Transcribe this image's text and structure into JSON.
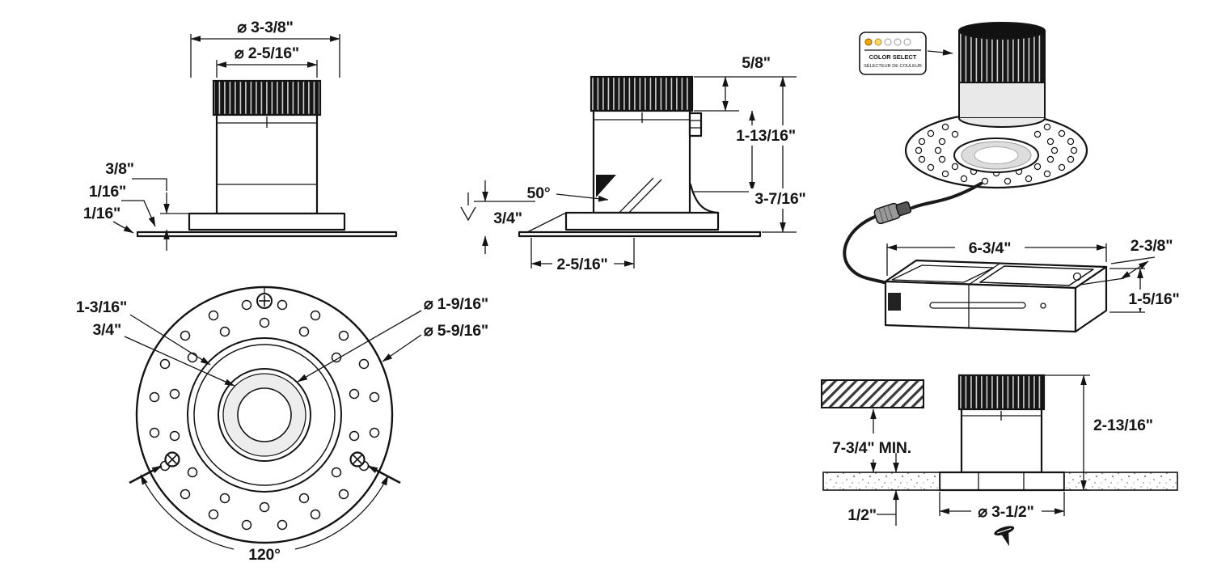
{
  "views": {
    "front": {
      "dim_trim_diameter": "⌀ 3-3/8\"",
      "dim_body_diameter": "⌀ 2-5/16\"",
      "dim_flange_height": "3/8\"",
      "dim_lip_top": "1/16\"",
      "dim_lip_bottom": "1/16\""
    },
    "side": {
      "dim_cap_height": "5/8\"",
      "dim_body_height": "1-13/16\"",
      "dim_overall_height": "3-7/16\"",
      "dim_tilt_angle": "50°",
      "dim_regress_depth": "3/4\"",
      "dim_aperture_width": "2-5/16\""
    },
    "perspective": {
      "color_select_line1": "COLOR SELECT",
      "color_select_line2": "SÉLECTEUR DE COULEUR",
      "dim_box_length": "6-3/4\"",
      "dim_box_depth": "2-3/8\"",
      "dim_box_height": "1-5/16\""
    },
    "plan": {
      "dim_ring_offset": "1-3/16\"",
      "dim_inner_offset": "3/4\"",
      "dim_lens_diameter": "⌀ 1-9/16\"",
      "dim_plate_diameter": "⌀ 5-9/16\"",
      "dim_screw_angle": "120°"
    },
    "install": {
      "dim_min_clearance": "7-3/4\" MIN.",
      "dim_overall_height": "2-13/16\"",
      "dim_ceiling_thickness": "1/2\"",
      "dim_cutout_diameter": "⌀ 3-1/2\""
    }
  },
  "colors": {
    "line": "#141414",
    "swatch_active": "#f0a500",
    "swatch_active_2": "#ffd966"
  }
}
